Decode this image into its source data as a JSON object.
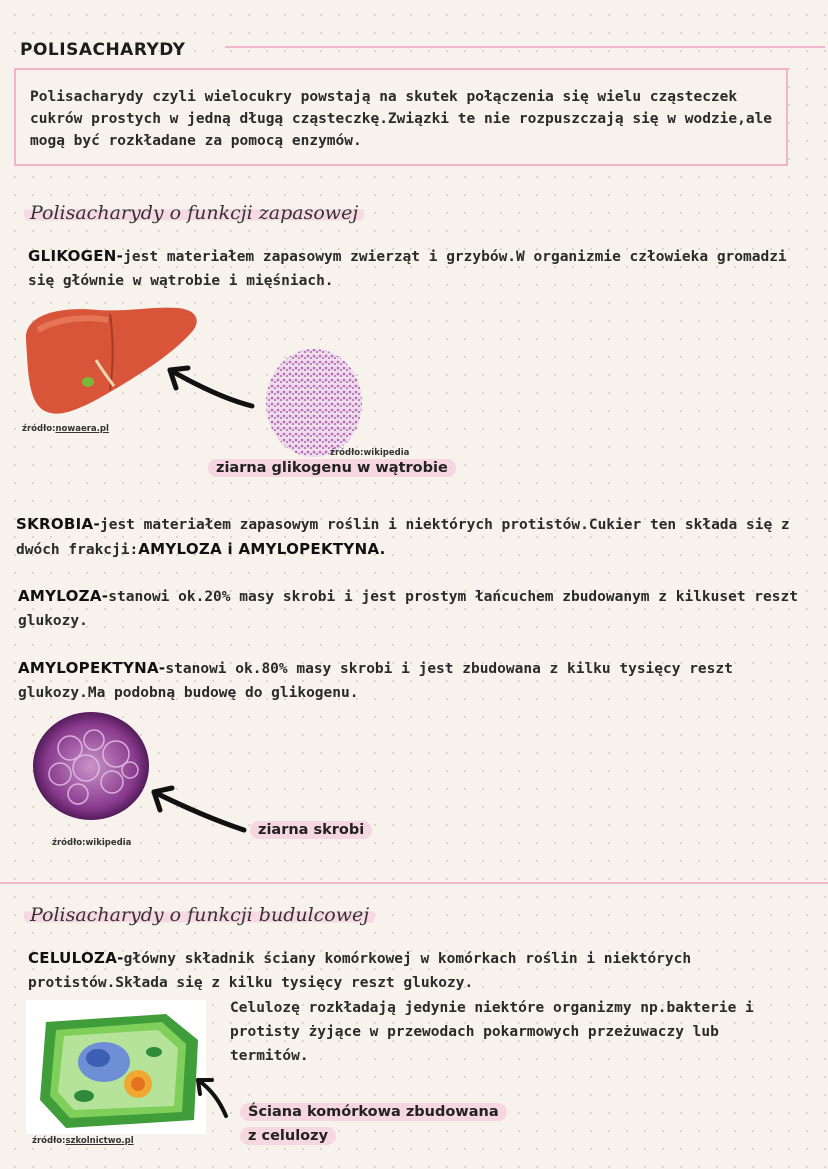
{
  "title": "POLISACHARYDY",
  "intro": "Polisacharydy czyli wielocukry powstają na skutek połączenia się wielu cząsteczek cukrów prostych w jedną długą cząsteczkę.Związki te nie rozpuszczają się w wodzie,ale mogą być rozkładane za pomocą enzymów.",
  "section1": {
    "heading": "Polisacharydy o funkcji zapasowej",
    "glikogen": {
      "term": "GLIKOGEN-",
      "text": "jest materiałem zapasowym zwierząt i grzybów.W organizmie człowieka gromadzi się głównie w wątrobie i mięśniach."
    },
    "liver_source_label": "źródło:",
    "liver_source_site": "nowaera.pl",
    "granule_source": "źródło:wikipedia",
    "granule_caption": "ziarna glikogenu w wątrobie",
    "skrobia": {
      "term": "SKROBIA-",
      "text": "jest materiałem zapasowym roślin i niektórych protistów.Cukier ten składa się z dwóch frakcji:",
      "fractions": "AMYLOZA i AMYLOPEKTYNA."
    },
    "amyloza": {
      "term": "AMYLOZA-",
      "text": "stanowi ok.20% masy skrobi i jest prostym łańcuchem zbudowanym z kilkuset reszt glukozy."
    },
    "amylopektyna": {
      "term": "AMYLOPEKTYNA-",
      "text": "stanowi ok.80% masy skrobi i jest zbudowana z kilku tysięcy reszt glukozy.Ma podobną budowę do glikogenu."
    },
    "starch_source": "źródło:wikipedia",
    "starch_caption": "ziarna skrobi"
  },
  "section2": {
    "heading": "Polisacharydy o funkcji budulcowej",
    "celuloza": {
      "term": "CELULOZA-",
      "text": "główny składnik ściany komórkowej w komórkach roślin i niektórych protistów.Składa się z kilku tysięcy reszt glukozy."
    },
    "side_text": "Celulozę rozkładają jedynie niektóre organizmy np.bakterie i protisty żyjące w przewodach pokarmowych przeżuwaczy lub termitów.",
    "cell_caption_line1": "Ściana komórkowa zbudowana",
    "cell_caption_line2": "z celulozy",
    "cell_source_label": "źródło:",
    "cell_source_site": "szkolnictwo.pl"
  },
  "colors": {
    "accent_pink": "#f2b6cf",
    "highlight_pink": "#f6d9e3",
    "background": "#f7f3ec"
  }
}
